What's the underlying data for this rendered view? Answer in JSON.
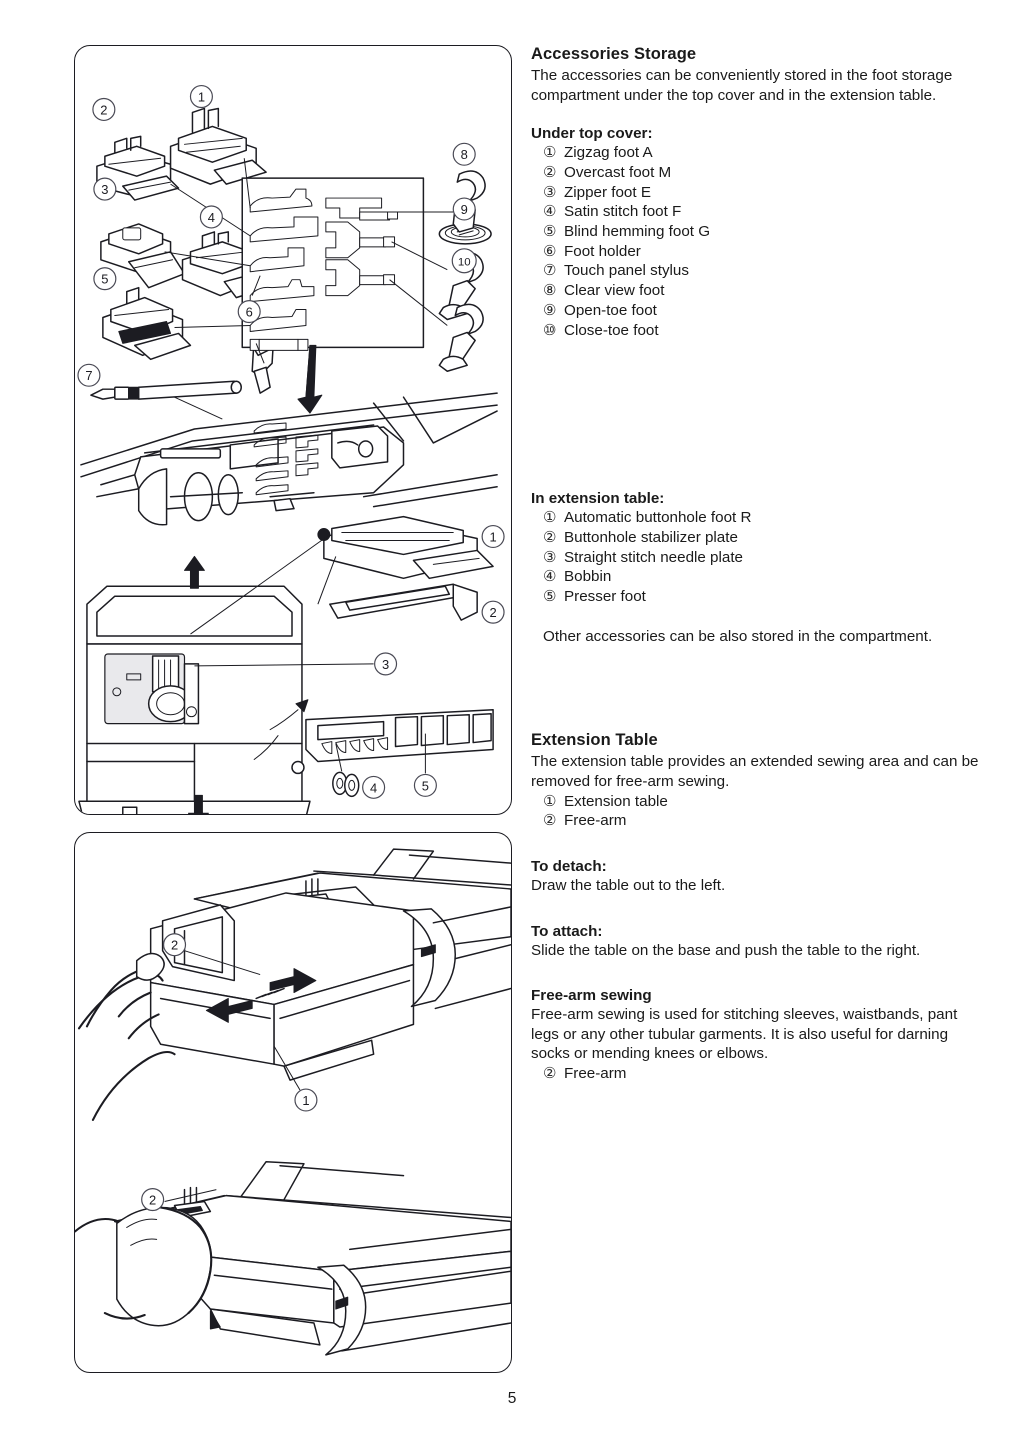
{
  "page": {
    "number": "5"
  },
  "sections": {
    "accessories_storage": {
      "heading": "Accessories Storage",
      "body": "The accessories can be conveniently stored in the foot storage compartment under the top cover and in the extension table.",
      "under_top_cover": {
        "heading": "Under top cover:",
        "items": [
          {
            "num": "①",
            "label": "Zigzag foot A"
          },
          {
            "num": "②",
            "label": "Overcast foot M"
          },
          {
            "num": "③",
            "label": "Zipper foot E"
          },
          {
            "num": "④",
            "label": "Satin stitch foot F"
          },
          {
            "num": "⑤",
            "label": "Blind hemming foot G"
          },
          {
            "num": "⑥",
            "label": "Foot holder"
          },
          {
            "num": "⑦",
            "label": "Touch panel stylus"
          },
          {
            "num": "⑧",
            "label": "Clear view foot"
          },
          {
            "num": "⑨",
            "label": "Open-toe foot"
          },
          {
            "num": "⑩",
            "label": "Close-toe foot"
          }
        ]
      },
      "in_extension_table": {
        "heading": "In extension table:",
        "items": [
          {
            "num": "①",
            "label": "Automatic buttonhole foot R"
          },
          {
            "num": "②",
            "label": "Buttonhole stabilizer plate"
          },
          {
            "num": "③",
            "label": "Straight stitch needle plate"
          },
          {
            "num": "④",
            "label": "Bobbin"
          },
          {
            "num": "⑤",
            "label": "Presser foot"
          }
        ],
        "note": "Other accessories can be also stored in the compartment."
      }
    },
    "extension_table": {
      "heading": "Extension Table",
      "body": "The extension table provides an extended sewing area and can be removed for free-arm sewing.",
      "items": [
        {
          "num": "①",
          "label": "Extension table"
        },
        {
          "num": "②",
          "label": "Free-arm"
        }
      ],
      "to_detach": {
        "heading": "To detach:",
        "body": "Draw the table out to the left."
      },
      "to_attach": {
        "heading": "To attach:",
        "body": "Slide the table on the base and push the table to the right."
      },
      "free_arm_sewing": {
        "heading": "Free-arm sewing",
        "body": "Free-arm sewing is used for stitching sleeves, waistbands, pant legs or any other tubular garments. It is also useful for darning socks or mending knees or elbows.",
        "items": [
          {
            "num": "②",
            "label": "Free-arm"
          }
        ]
      }
    }
  },
  "figures": {
    "accessories_panel": {
      "name": "accessories-storage-illustration",
      "callouts": [
        "1",
        "2",
        "3",
        "4",
        "5",
        "6",
        "7",
        "8",
        "9",
        "10"
      ]
    },
    "extension_table_open_panel": {
      "name": "extension-table-open-illustration",
      "callouts": [
        "1",
        "2",
        "3",
        "4",
        "5"
      ]
    },
    "extension_table_detach": {
      "name": "extension-table-detach-illustration",
      "callouts": [
        "1",
        "2"
      ]
    },
    "free_arm": {
      "name": "free-arm-sewing-illustration",
      "callouts": [
        "2"
      ]
    }
  }
}
